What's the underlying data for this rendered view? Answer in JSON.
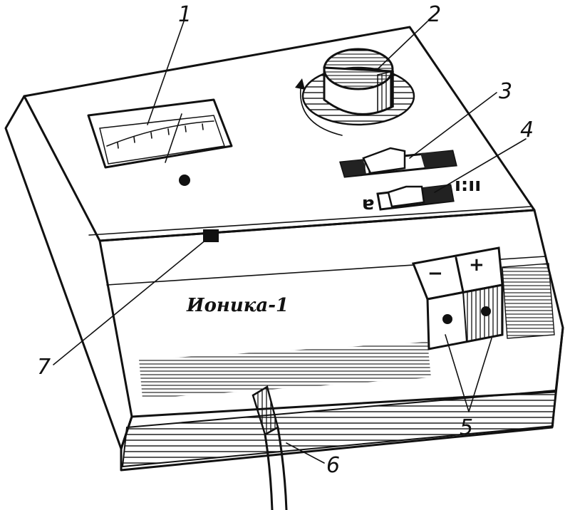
{
  "callouts": {
    "c1": "1",
    "c2": "2",
    "c3": "3",
    "c4": "4",
    "c5": "5",
    "c6": "6",
    "c7": "7"
  },
  "terminals": {
    "minus": "−",
    "plus": "+"
  },
  "brand_label": "Ионика-1",
  "colors": {
    "ink": "#111111",
    "paper": "#ffffff"
  }
}
